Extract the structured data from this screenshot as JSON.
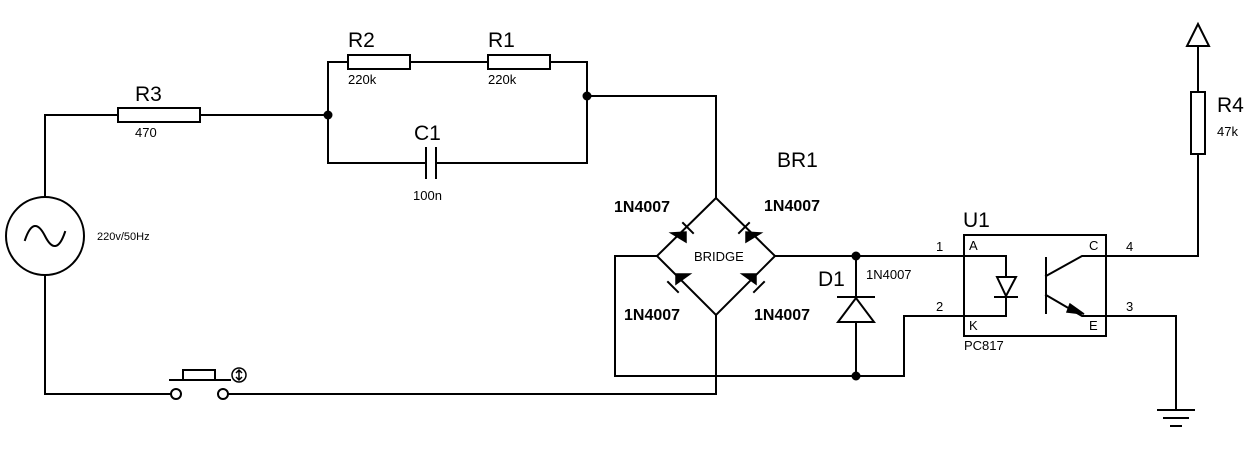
{
  "source": {
    "label": "220v/50Hz"
  },
  "r3": {
    "ref": "R3",
    "value": "470"
  },
  "r2": {
    "ref": "R2",
    "value": "220k"
  },
  "r1": {
    "ref": "R1",
    "value": "220k"
  },
  "c1": {
    "ref": "C1",
    "value": "100n"
  },
  "br1": {
    "ref": "BR1",
    "label": "BRIDGE",
    "diodes": [
      "1N4007",
      "1N4007",
      "1N4007",
      "1N4007"
    ]
  },
  "d1": {
    "ref": "D1",
    "value": "1N4007"
  },
  "u1": {
    "ref": "U1",
    "value": "PC817",
    "pin_labels": {
      "a": "A",
      "k": "K",
      "c": "C",
      "e": "E"
    },
    "pin_numbers": {
      "a": "1",
      "k": "2",
      "e": "3",
      "c": "4"
    }
  },
  "r4": {
    "ref": "R4",
    "value": "47k"
  }
}
